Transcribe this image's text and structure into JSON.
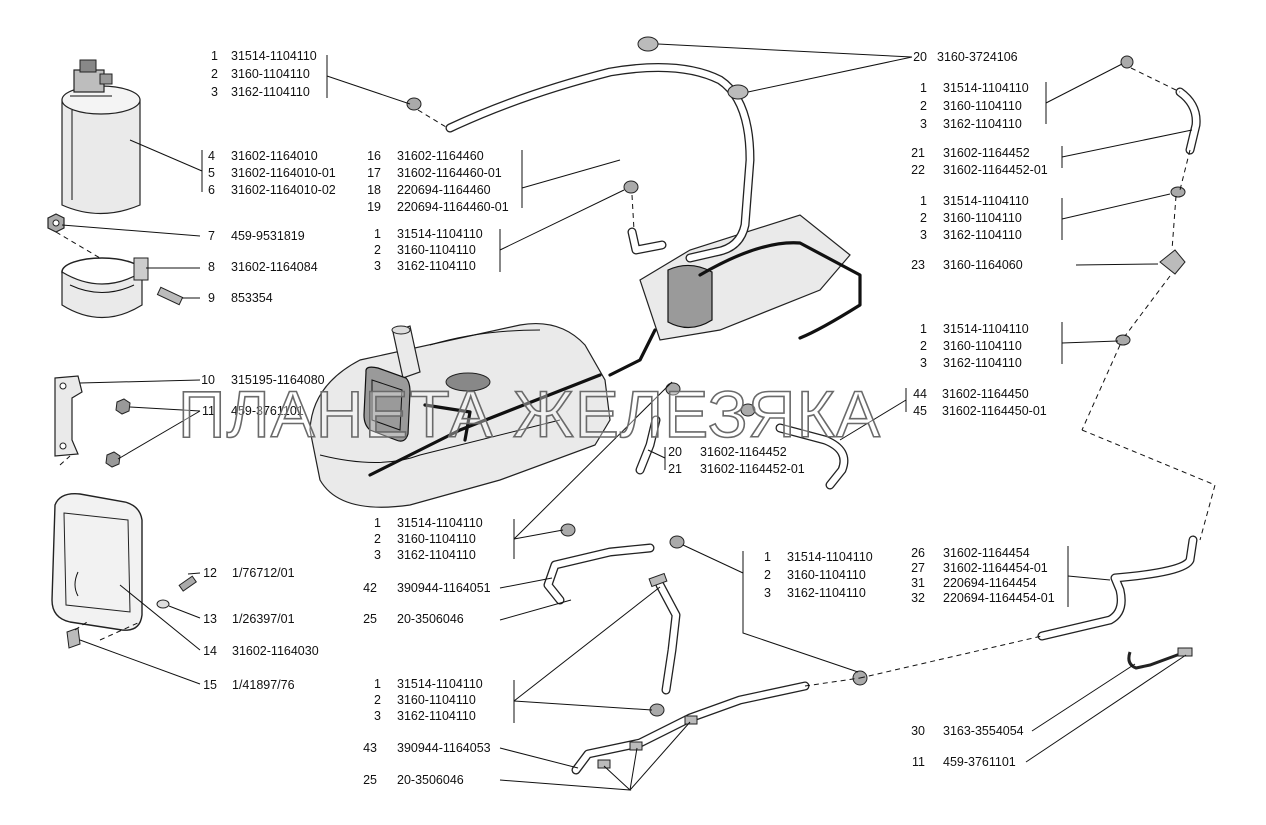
{
  "watermark": "ПЛАНЕТА ЖЕЛЕЗЯКА",
  "groups": {
    "g_top_left": [
      {
        "num": "1",
        "code": "31514-1104110"
      },
      {
        "num": "2",
        "code": "3160-1104110"
      },
      {
        "num": "3",
        "code": "3162-1104110"
      }
    ],
    "g_top_center": [
      {
        "num": "20",
        "code": "3160-3724106"
      }
    ],
    "g_top_right": [
      {
        "num": "1",
        "code": "31514-1104110"
      },
      {
        "num": "2",
        "code": "3160-1104110"
      },
      {
        "num": "3",
        "code": "3162-1104110"
      }
    ],
    "g_canister": [
      {
        "num": "4",
        "code": "31602-1164010"
      },
      {
        "num": "5",
        "code": "31602-1164010-01"
      },
      {
        "num": "6",
        "code": "31602-1164010-02"
      }
    ],
    "g_center_hose": [
      {
        "num": "16",
        "code": "31602-1164460"
      },
      {
        "num": "17",
        "code": "31602-1164460-01"
      },
      {
        "num": "18",
        "code": "220694-1164460"
      },
      {
        "num": "19",
        "code": "220694-1164460-01"
      }
    ],
    "g_right_hose_a": [
      {
        "num": "21",
        "code": "31602-1164452"
      },
      {
        "num": "22",
        "code": "31602-1164452-01"
      }
    ],
    "g_right_clamp_a": [
      {
        "num": "1",
        "code": "31514-1104110"
      },
      {
        "num": "2",
        "code": "3160-1104110"
      },
      {
        "num": "3",
        "code": "3162-1104110"
      }
    ],
    "g_singles_left": [
      {
        "num": "7",
        "code": "459-9531819"
      },
      {
        "num": "8",
        "code": "31602-1164084"
      },
      {
        "num": "9",
        "code": "853354"
      }
    ],
    "g_center_clamp": [
      {
        "num": "1",
        "code": "31514-1104110"
      },
      {
        "num": "2",
        "code": "3160-1104110"
      },
      {
        "num": "3",
        "code": "3162-1104110"
      }
    ],
    "g_valve": [
      {
        "num": "23",
        "code": "3160-1164060"
      }
    ],
    "g_right_clamp_b": [
      {
        "num": "1",
        "code": "31514-1104110"
      },
      {
        "num": "2",
        "code": "3160-1104110"
      },
      {
        "num": "3",
        "code": "3162-1104110"
      }
    ],
    "g_bracket": [
      {
        "num": "10",
        "code": "315195-1164080"
      },
      {
        "num": "11",
        "code": "459-3761101"
      }
    ],
    "g_right_hose_b": [
      {
        "num": "44",
        "code": "31602-1164450"
      },
      {
        "num": "45",
        "code": "31602-1164450-01"
      }
    ],
    "g_mid_hose": [
      {
        "num": "20",
        "code": "31602-1164452"
      },
      {
        "num": "21",
        "code": "31602-1164452-01"
      }
    ],
    "g_lower_clamp_a": [
      {
        "num": "1",
        "code": "31514-1104110"
      },
      {
        "num": "2",
        "code": "3160-1104110"
      },
      {
        "num": "3",
        "code": "3162-1104110"
      }
    ],
    "g_lower_mid_clamp": [
      {
        "num": "1",
        "code": "31514-1104110"
      },
      {
        "num": "2",
        "code": "3160-1104110"
      },
      {
        "num": "3",
        "code": "3162-1104110"
      }
    ],
    "g_long_hose": [
      {
        "num": "26",
        "code": "31602-1164454"
      },
      {
        "num": "27",
        "code": "31602-1164454-01"
      },
      {
        "num": "31",
        "code": "220694-1164454"
      },
      {
        "num": "32",
        "code": "220694-1164454-01"
      }
    ],
    "g_tube_a": [
      {
        "num": "42",
        "code": "390944-1164051"
      }
    ],
    "g_clip_a": [
      {
        "num": "25",
        "code": "20-3506046"
      }
    ],
    "g_screw": [
      {
        "num": "12",
        "code": "1/76712/01"
      }
    ],
    "g_washer": [
      {
        "num": "13",
        "code": "1/26397/01"
      }
    ],
    "g_cover": [
      {
        "num": "14",
        "code": "31602-1164030"
      }
    ],
    "g_nut": [
      {
        "num": "15",
        "code": "1/41897/76"
      }
    ],
    "g_lower_clamp_b": [
      {
        "num": "1",
        "code": "31514-1104110"
      },
      {
        "num": "2",
        "code": "3160-1104110"
      },
      {
        "num": "3",
        "code": "3162-1104110"
      }
    ],
    "g_elbow": [
      {
        "num": "30",
        "code": "3163-3554054"
      }
    ],
    "g_tube_b": [
      {
        "num": "43",
        "code": "390944-1164053"
      }
    ],
    "g_bolt_right": [
      {
        "num": "11",
        "code": "459-3761101"
      }
    ],
    "g_clip_b": [
      {
        "num": "25",
        "code": "20-3506046"
      }
    ]
  }
}
